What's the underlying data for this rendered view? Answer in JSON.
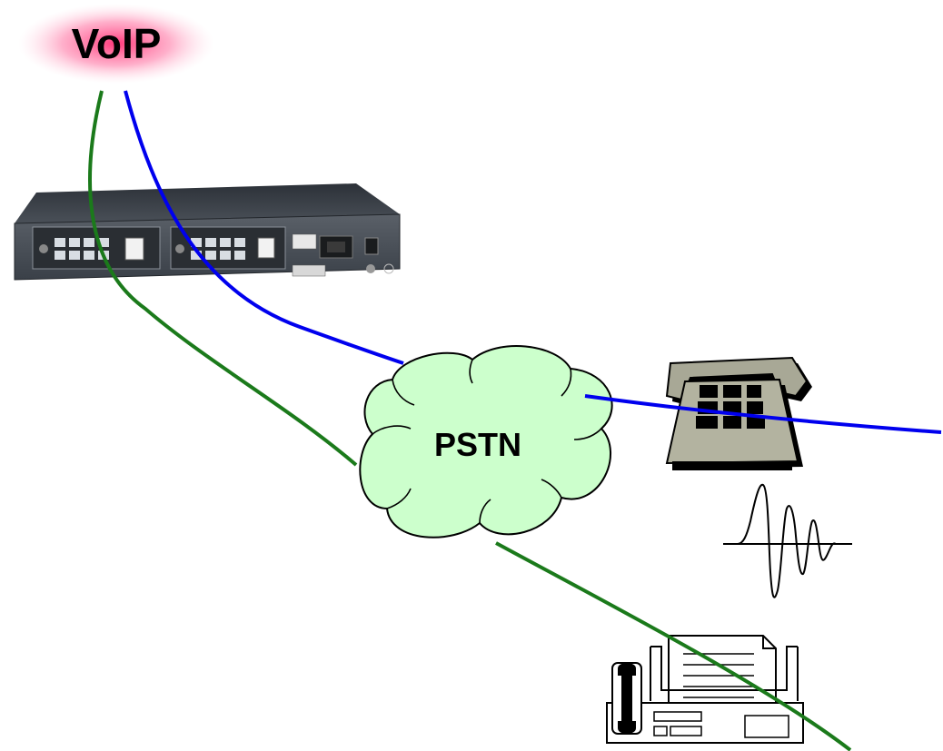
{
  "voip": {
    "label": "VoIP"
  },
  "pstn": {
    "label": "PSTN"
  },
  "colors": {
    "voip_glow": "#ff3d7a",
    "pstn_cloud": "#ccffcc",
    "voice_line": "#0000ee",
    "fax_line": "#1b7a1b",
    "device_body": "#3a4048",
    "phone_body": "#b3b3a0"
  },
  "icons": {
    "gateway": "voip-gateway-device",
    "phone": "telephone-icon",
    "fax": "fax-machine-icon",
    "signal": "signal-waveform-icon"
  }
}
